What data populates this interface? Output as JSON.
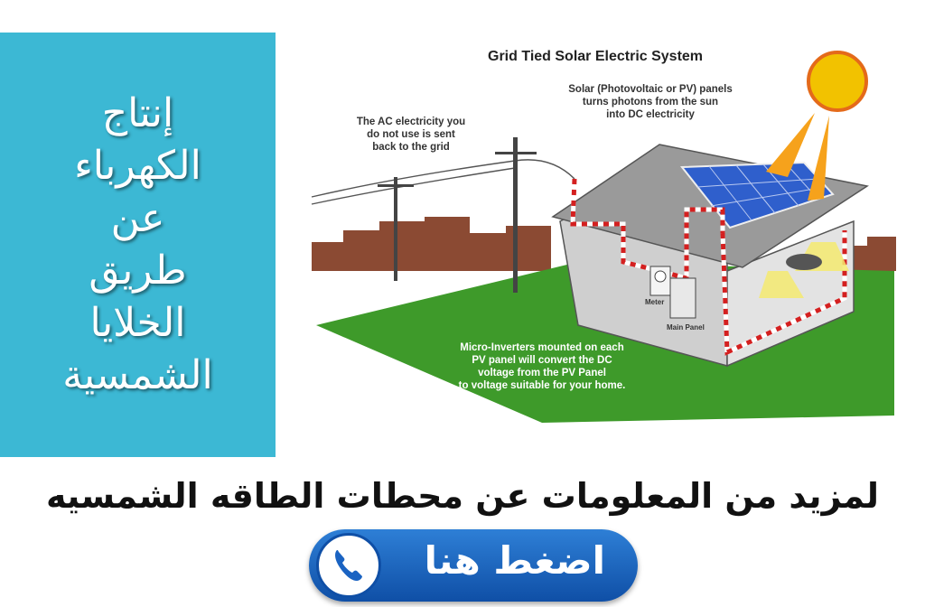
{
  "side_panel": {
    "lines": [
      "إنتاج",
      "الكهرباء",
      "عن",
      "طريق",
      "الخلايا",
      "الشمسية"
    ]
  },
  "diagram": {
    "title": "Grid Tied Solar Electric System",
    "note_grid": [
      "The AC electricity you",
      "do not use is sent",
      "back to the grid"
    ],
    "note_panels": [
      "Solar (Photovoltaic or PV) panels",
      "turns photons from the sun",
      "into DC electricity"
    ],
    "note_inverters": [
      "Micro-Inverters mounted on each",
      "PV panel will convert the DC",
      "voltage from the PV Panel",
      "to voltage suitable for your home."
    ],
    "label_meter": "Meter",
    "label_main_panel": "Main Panel"
  },
  "headline": "لمزيد من المعلومات عن محطات الطاقه الشمسيه",
  "cta": {
    "label": "اضغط هنا",
    "icon": "phone-icon"
  },
  "colors": {
    "panel": "#3cb8d4",
    "grass": "#3e9a2a",
    "skyline": "#8b4a33",
    "button": "#1a63c2",
    "sun": "#f2c200"
  }
}
